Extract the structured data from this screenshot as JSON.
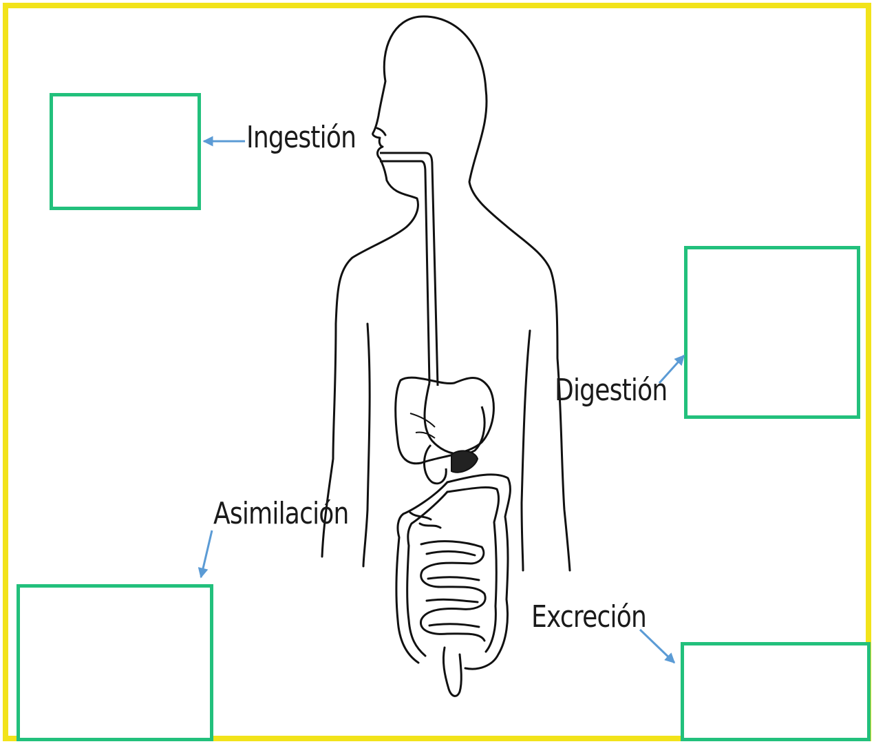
{
  "labels": {
    "ingestion": "Ingestión",
    "digestion": "Digestión",
    "asimilacion": "Asimilación",
    "excrecion": "Excreción"
  },
  "colors": {
    "frame": "#f2e31a",
    "box_border": "#22c07c",
    "arrow": "#5b9bd5",
    "outline": "#111111"
  }
}
